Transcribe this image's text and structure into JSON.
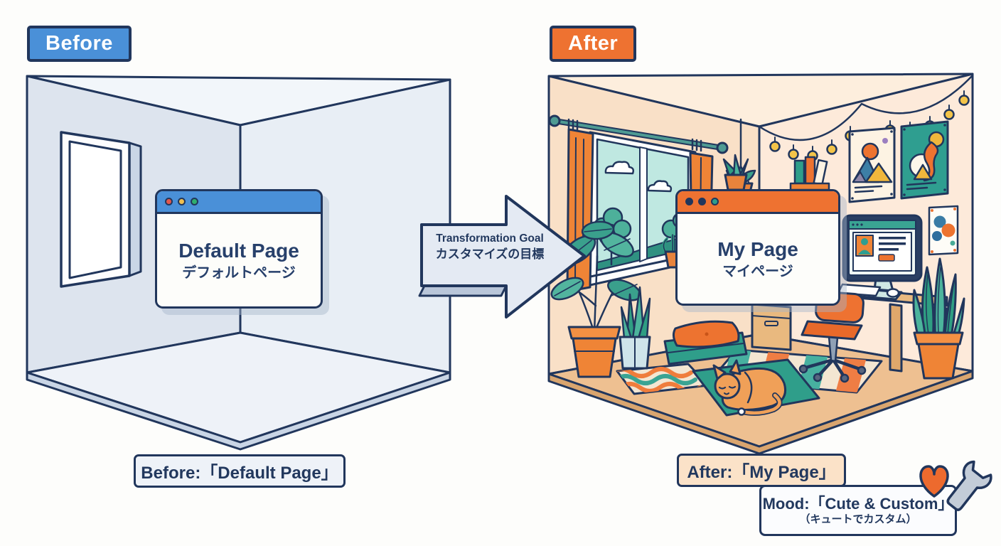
{
  "badges": {
    "before": "Before",
    "after": "After"
  },
  "before_room": {
    "browser": {
      "title": "Default Page",
      "subtitle": "デフォルトページ"
    },
    "caption": "Before:「Default Page」"
  },
  "arrow": {
    "label_en": "Transformation Goal",
    "label_ja": "カスタマイズの目標"
  },
  "after_room": {
    "browser": {
      "title": "My Page",
      "subtitle": "マイページ"
    },
    "caption": "After:「My Page」",
    "mood": {
      "line1": "Mood:「Cute & Custom」",
      "line2": "（キュートでカスタム）"
    }
  },
  "icons": {
    "heart": "heart-icon",
    "wrench": "wrench-icon",
    "traffic_lights_before": [
      "red-dot",
      "yellow-dot",
      "green-dot"
    ],
    "traffic_lights_after": [
      "navy-dot",
      "navy-dot",
      "teal-dot"
    ]
  },
  "colors": {
    "before_accent": "#4a90d8",
    "after_accent": "#ee7231",
    "outline_navy": "#21365c",
    "wall_gray": "#dde4ee",
    "wall_peach": "#f9e0c7",
    "floor_wood": "#eec091",
    "teal": "#2f9e8a",
    "bulb_yellow": "#f3c449",
    "cat_orange": "#f0a058",
    "heart_orange": "#ed6a2e",
    "wrench_gray": "#c3ccd8"
  }
}
